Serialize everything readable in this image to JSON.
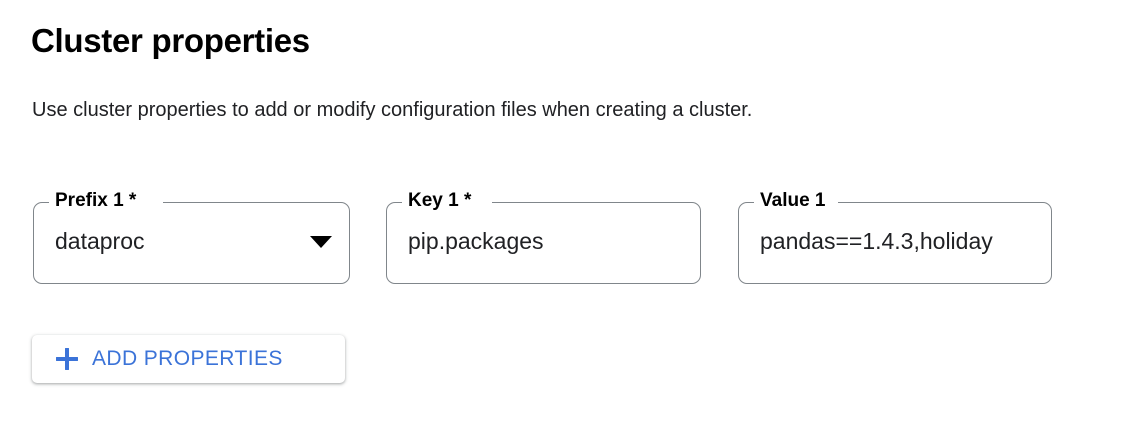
{
  "header": {
    "title": "Cluster properties",
    "description": "Use cluster properties to add or modify configuration files when creating a cluster."
  },
  "property_rows": [
    {
      "prefix": {
        "label": "Prefix 1 *",
        "value": "dataproc",
        "control": "select",
        "icon": "chevron-down-icon"
      },
      "key": {
        "label": "Key 1 *",
        "value": "pip.packages",
        "control": "text"
      },
      "value": {
        "label": "Value 1",
        "value": "pandas==1.4.3,holiday",
        "control": "text"
      }
    }
  ],
  "actions": {
    "add_properties": {
      "label": "ADD PROPERTIES",
      "icon": "plus-icon"
    }
  },
  "colors": {
    "accent_blue": "#3b73d8",
    "border_grey": "#80868b",
    "text_primary": "#202124",
    "background": "#ffffff"
  }
}
